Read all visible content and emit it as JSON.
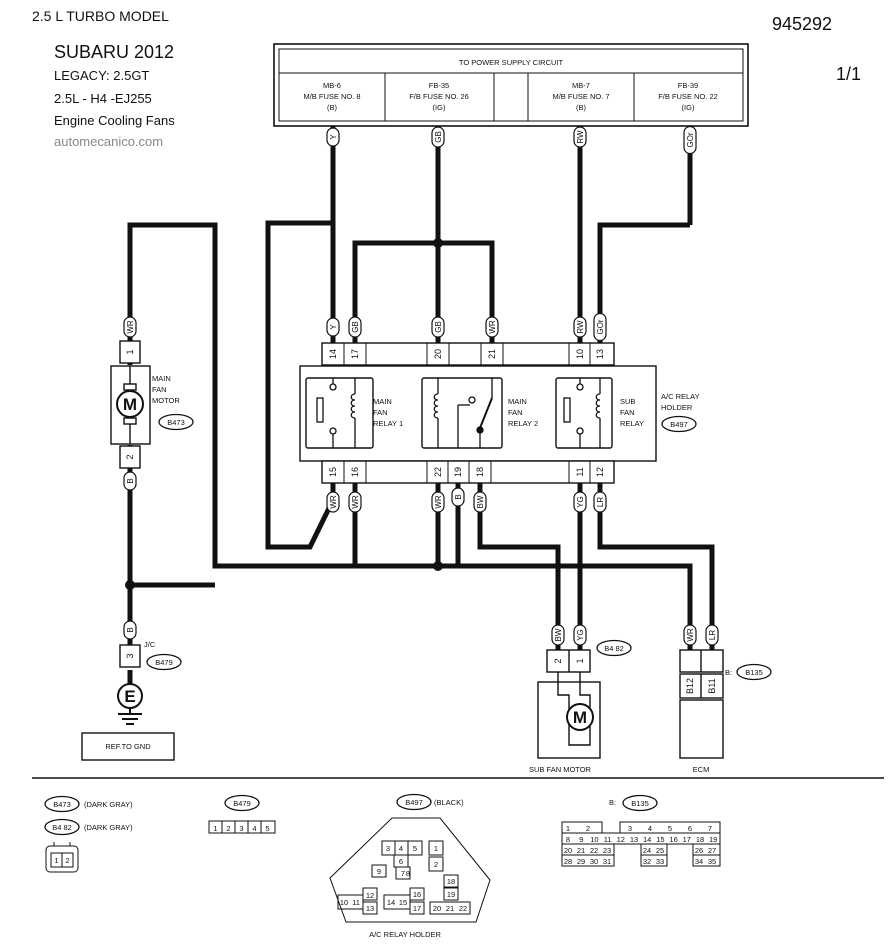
{
  "header": {
    "model": "2.5 L TURBO MODEL",
    "code": "945292",
    "page": "1/1",
    "title": "SUBARU 2012",
    "line1": "LEGACY: 2.5GT",
    "line2": "2.5L - H4 -EJ255",
    "line3": "Engine Cooling Fans",
    "site": "automecanico.com"
  },
  "power_box": {
    "title": "TO POWER SUPPLY CIRCUIT",
    "fuses": [
      {
        "l1": "MB-6",
        "l2": "M/B FUSE NO.   8",
        "l3": "(B)"
      },
      {
        "l1": "FB-35",
        "l2": "F/B FUSE NO. 26",
        "l3": "(IG)"
      },
      {
        "l1": "MB-7",
        "l2": "M/B FUSE NO. 7",
        "l3": "(B)"
      },
      {
        "l1": "FB-39",
        "l2": "F/B FUSE NO. 22",
        "l3": "(IG)"
      }
    ]
  },
  "wires": {
    "top_y": "Y",
    "top_gb": "GB",
    "top_rw": "RW",
    "top_gor": "GOr",
    "left_wr": "WR",
    "left_b": "B",
    "left_b2": "B",
    "in_y": "Y",
    "in_gb1": "GB",
    "in_gb2": "GB",
    "in_wr": "WR",
    "in_rw": "RW",
    "in_gor": "GOr",
    "out_wr1": "WR",
    "out_wr2": "WR",
    "out_wr3": "WR",
    "out_b": "B",
    "out_bw": "BW",
    "out_yg": "YG",
    "out_lr": "LR",
    "sub_bw": "BW",
    "sub_yg": "YG",
    "ecm_wr": "WR",
    "ecm_lr": "LR"
  },
  "pins": {
    "p14": "14",
    "p17": "17",
    "p20": "20",
    "p21": "21",
    "p10": "10",
    "p13": "13",
    "p15": "15",
    "p16": "16",
    "p22": "22",
    "p19": "19",
    "p18": "18",
    "p11": "11",
    "p12": "12",
    "motor_1": "1",
    "motor_2": "2",
    "jc_3": "3",
    "sub_2": "2",
    "sub_1": "1",
    "ecm_b12": "B12",
    "ecm_b11": "B11"
  },
  "components": {
    "main_fan_motor": [
      "MAIN",
      "FAN",
      "MOTOR"
    ],
    "main_fan_motor_conn": "B473",
    "relay1": [
      "MAIN",
      "FAN",
      "RELAY 1"
    ],
    "relay2": [
      "MAIN",
      "FAN",
      "RELAY 2"
    ],
    "sub_relay": [
      "SUB",
      "FAN",
      "RELAY"
    ],
    "relay_holder": [
      "A/C RELAY",
      "HOLDER"
    ],
    "relay_holder_conn": "B497",
    "jc_label": "J/C",
    "jc_conn": "B479",
    "ground": "E",
    "ref_gnd": "REF.TO GND",
    "sub_motor_conn": "B4 82",
    "sub_motor_label": "SUB FAN MOTOR",
    "ecm_prefix": "B:",
    "ecm_conn": "B135",
    "ecm_label": "ECM",
    "motor_symbol": "M"
  },
  "legend": {
    "b473": "B473",
    "b473_color": "(DARK GRAY)",
    "b482": "B4 82",
    "b482_color": "(DARK GRAY)",
    "b473_pins": [
      "1",
      "2"
    ],
    "b479": "B479",
    "b479_pins": [
      "1",
      "2",
      "3",
      "4",
      "5"
    ],
    "b497": "B497",
    "b497_color": "(BLACK)",
    "holder_caption": "A/C RELAY HOLDER",
    "holder_pins": [
      "3",
      "4",
      "5",
      "1",
      "6",
      "2",
      "9",
      "7",
      "8",
      "18",
      "12",
      "16",
      "19",
      "10",
      "11",
      "13",
      "14",
      "15",
      "17",
      "20",
      "21",
      "22"
    ],
    "b135_prefix": "B:",
    "b135": "B135",
    "b135_row1": [
      "1",
      "2",
      "3",
      "4",
      "5",
      "6",
      "7"
    ],
    "b135_row2": [
      "8",
      "9",
      "10",
      "11",
      "12",
      "13",
      "14",
      "15",
      "16",
      "17",
      "18",
      "19"
    ],
    "b135_row3": [
      "20",
      "21",
      "22",
      "23",
      "24",
      "25",
      "26",
      "27"
    ],
    "b135_row4": [
      "28",
      "29",
      "30",
      "31",
      "32",
      "33",
      "34",
      "35"
    ]
  }
}
